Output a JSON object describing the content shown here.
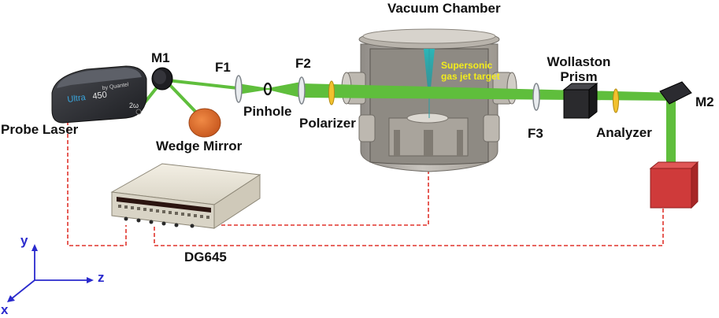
{
  "labels": {
    "vacuum_chamber": "Vacuum Chamber",
    "m1": "M1",
    "f1": "F1",
    "f2": "F2",
    "wollaston": "Wollaston",
    "prism": "Prism",
    "m2": "M2",
    "probe_laser": "Probe Laser",
    "pinhole": "Pinhole",
    "polarizer": "Polarizer",
    "f3": "F3",
    "analyzer": "Analyzer",
    "wedge_mirror": "Wedge Mirror",
    "dg645": "DG645",
    "gas_target_line1": "Supersonic",
    "gas_target_line2": "gas jet target"
  },
  "laser_brand": {
    "name": "Ultra",
    "model": "450",
    "maker": "by Quantel",
    "harmonic": "2ω"
  },
  "axes": {
    "y": "y",
    "z": "z",
    "x": "x"
  },
  "colors": {
    "beam": "#5fbe3c",
    "beam_dark": "#3f9a25",
    "trigger_line": "#e0342c",
    "axis": "#2a2acd",
    "target_text": "#f2ec1c",
    "wedge": "#e46a25",
    "detector": "#cf3a3a"
  }
}
